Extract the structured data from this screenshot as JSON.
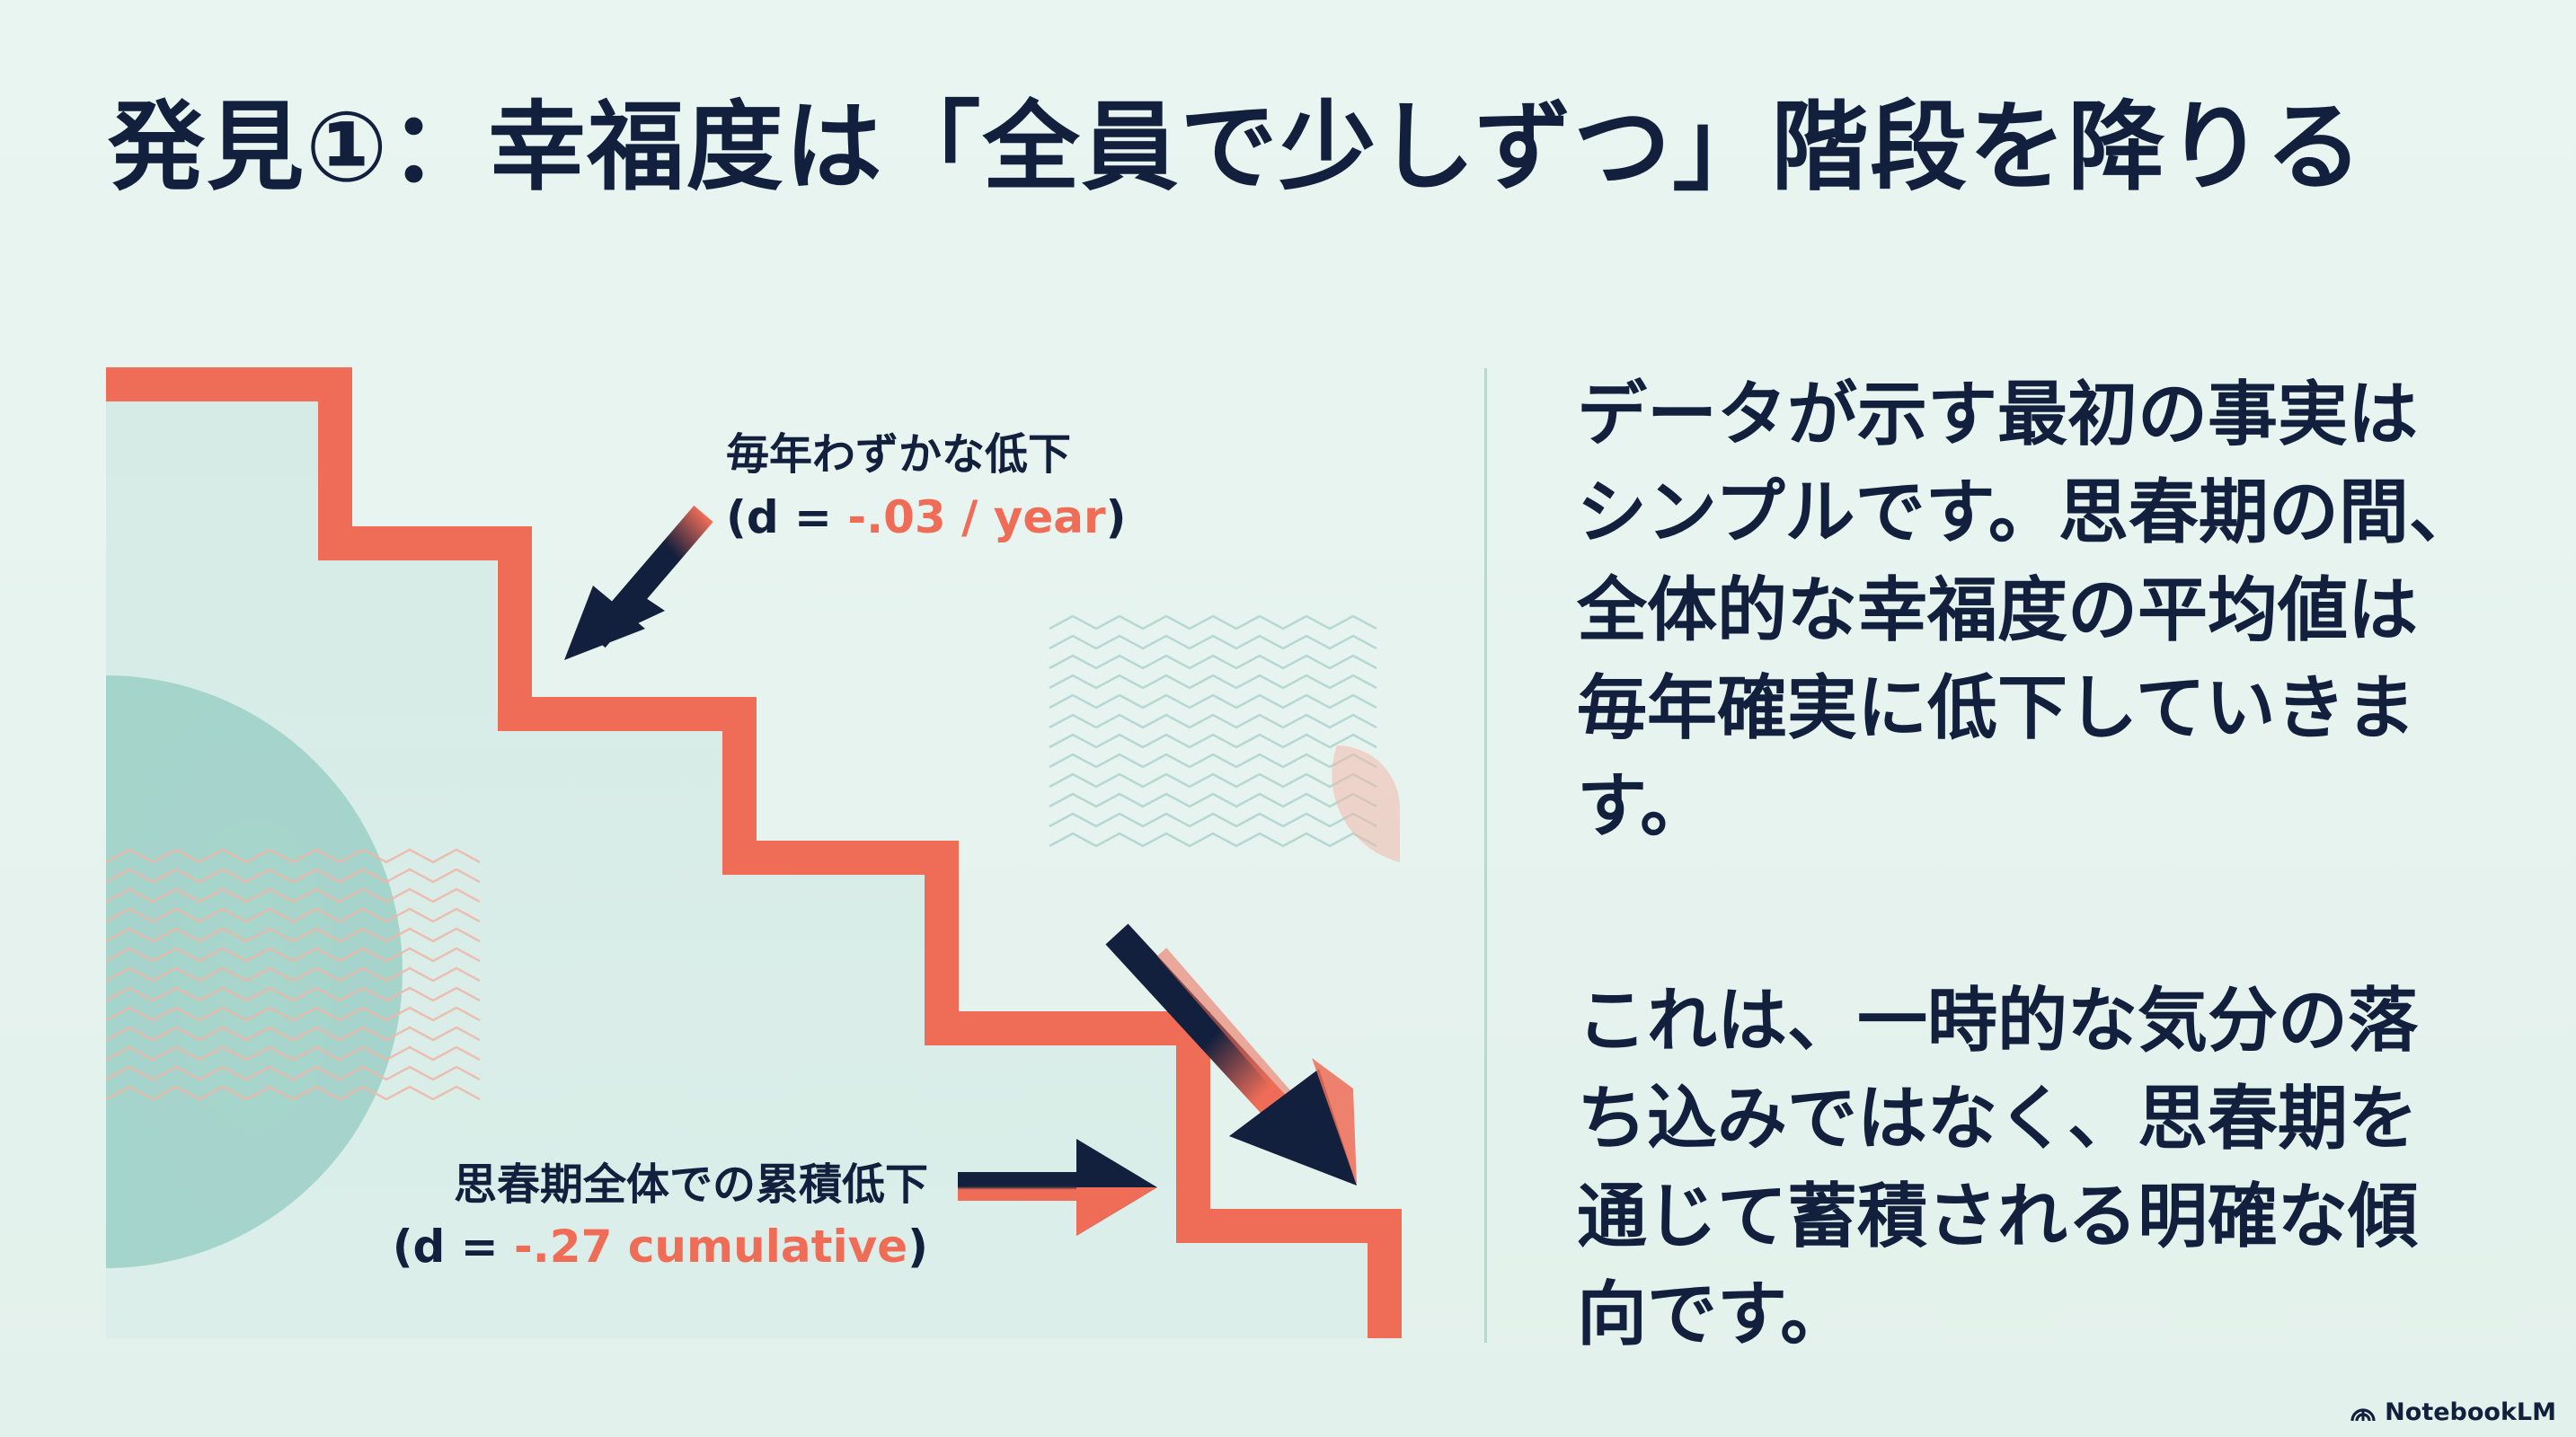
{
  "slide": {
    "title": "発見①：幸福度は「全員で少しずつ」階段を降りる",
    "paragraphs": [
      "データが示す最初の事実はシンプルです。思春期の間、全体的な幸福度の平均値は毎年確実に低下していきます。",
      "これは、一時的な気分の落ち込みではなく、思春期を通じて蓄積される明確な傾向です。"
    ]
  },
  "diagram": {
    "annual_label": {
      "line1": "毎年わずかな低下",
      "open": "(d = ",
      "value": "-.03 / year",
      "close": ")"
    },
    "cumulative_label": {
      "line1": "思春期全体での累積低下",
      "open": "(d = ",
      "value": "-.27 cumulative",
      "close": ")"
    }
  },
  "brand": {
    "name": "NotebookLM",
    "icon": "notebooklm-logo-icon"
  },
  "colors": {
    "background": "#e6f3ef",
    "navy": "#13203d",
    "coral": "#ef6d57",
    "teal_circle": "#9fd1c8",
    "divider": "#b9d6cf"
  }
}
